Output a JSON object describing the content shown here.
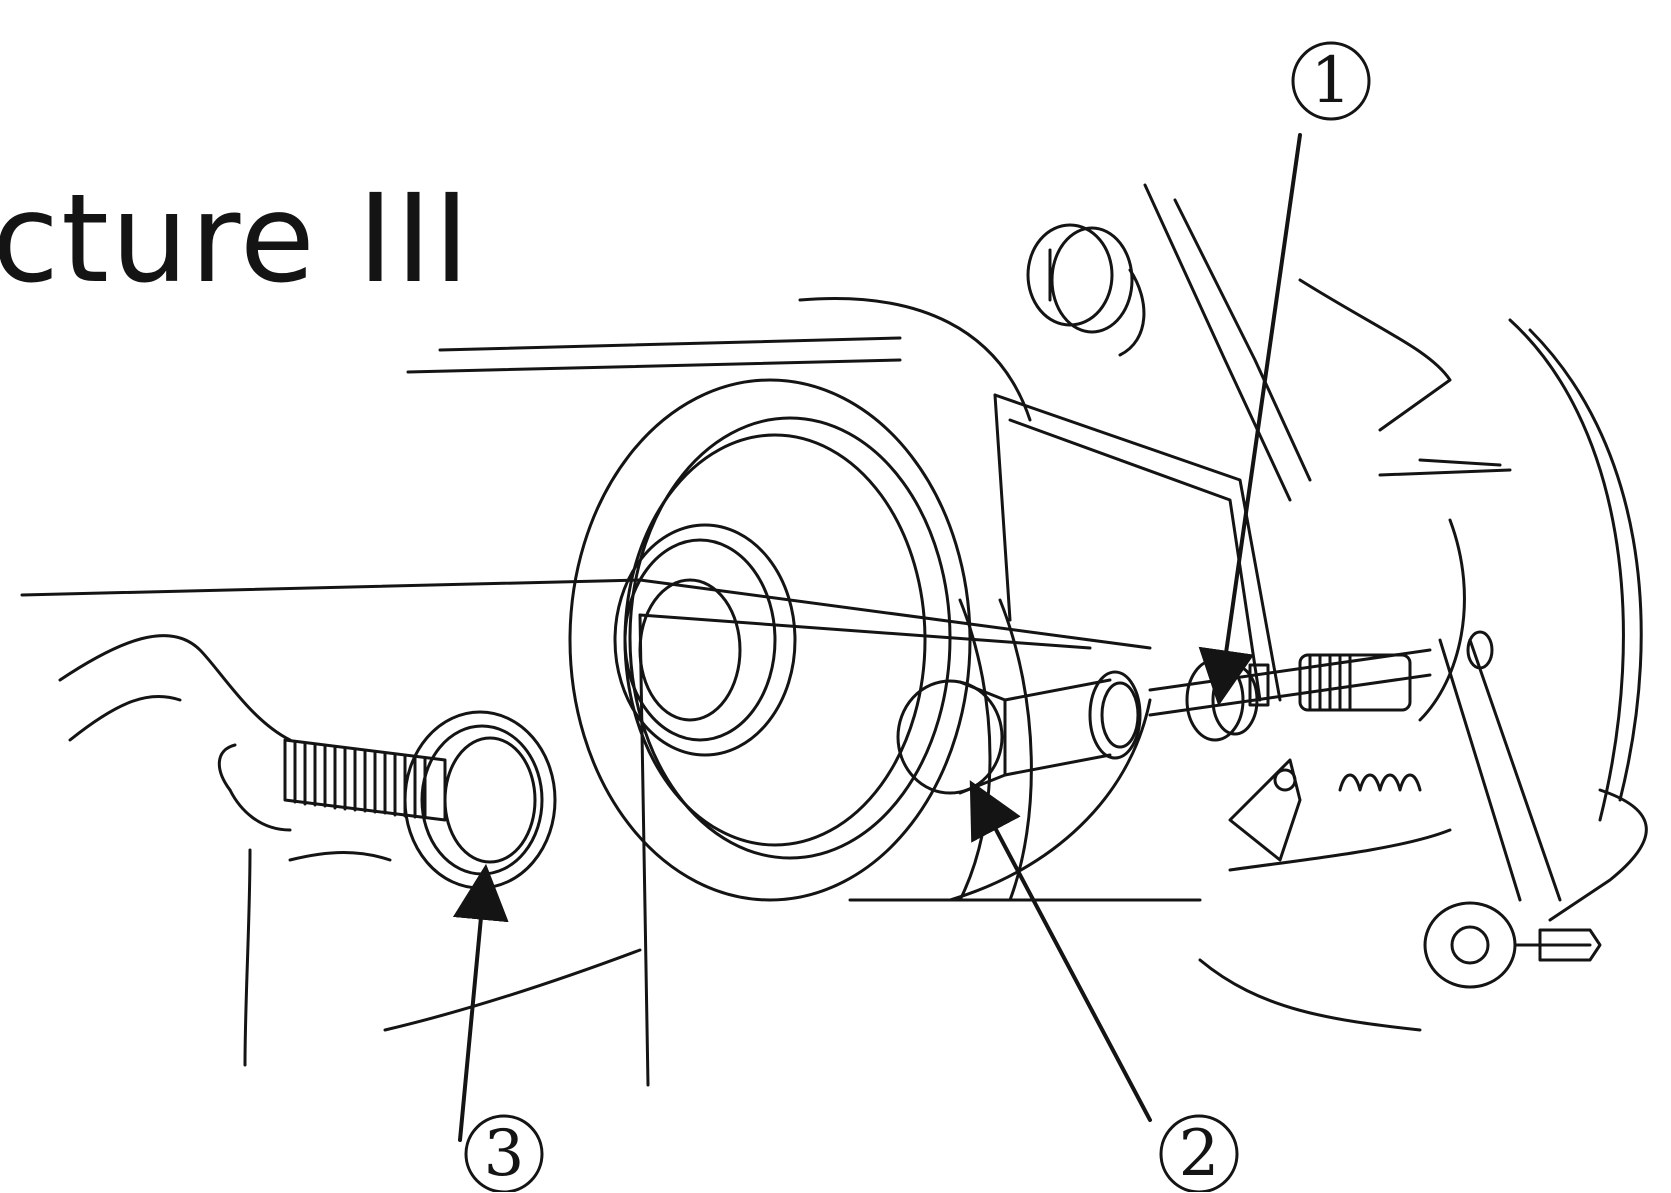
{
  "caption": "cture III",
  "callouts": {
    "one": "1",
    "two": "2",
    "three": "3"
  }
}
